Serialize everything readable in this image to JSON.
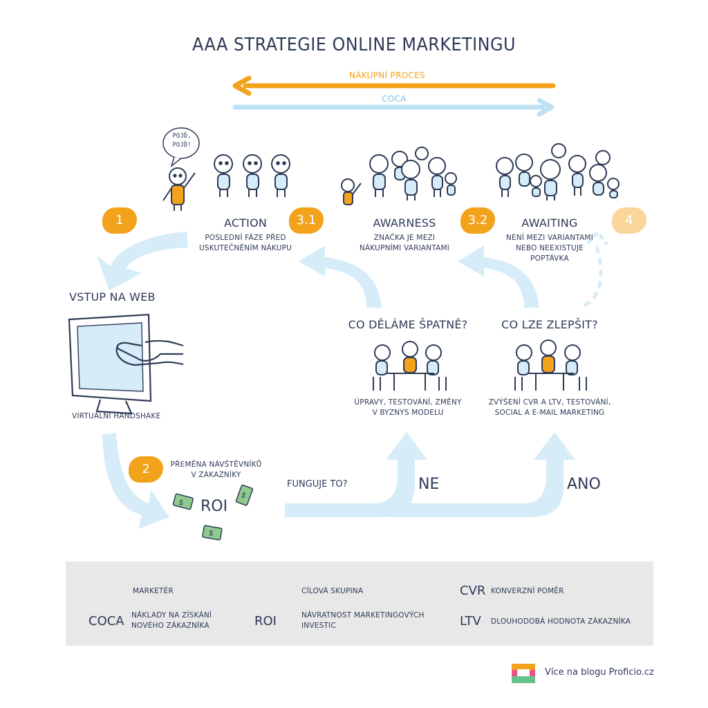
{
  "title": "AAA STRATEGIE ONLINE MARKETINGU",
  "top_arrows": {
    "purchase_process": "NÁKUPNÍ PROCES",
    "coca": "COCA"
  },
  "speech_bubble": [
    "POJĎ,",
    "POJĎ!"
  ],
  "badges": {
    "b1": "1",
    "b2": "2",
    "b31": "3.1",
    "b32": "3.2",
    "b4": "4"
  },
  "stages": {
    "action": {
      "title": "ACTION",
      "desc": [
        "POSLEDNÍ FÁZE PŘED",
        "USKUTEČNĚNÍM NÁKUPU"
      ]
    },
    "awarness": {
      "title": "AWARNESS",
      "desc": [
        "ZNAČKA JE MEZI",
        "NÁKUPNÍMI VARIANTAMI"
      ]
    },
    "awaiting": {
      "title": "AWAITING",
      "desc": [
        "NENÍ MEZI VARIANTAMI",
        "NEBO NEEXISTUJE",
        "POPTÁVKA"
      ]
    }
  },
  "web_entry": {
    "title": "VSTUP NA WEB",
    "caption": "VIRTUÁLNÍ HANDSHAKE"
  },
  "conversion": {
    "text": [
      "PŘEMĚNA NÁVŠTĚVNÍKŮ",
      "V ZÁKAZNÍKY"
    ],
    "roi": "ROI"
  },
  "wrong": {
    "title": "CO DĚLÁME ŠPATNĚ?",
    "desc": [
      "ÚPRAVY, TESTOVÁNÍ, ZMĚNY",
      "V BYZNYS MODELU"
    ]
  },
  "improve": {
    "title": "CO LZE ZLEPŠIT?",
    "desc": [
      "ZVÝŠENÍ CVR A LTV, TESTOVÁNÍ,",
      "SOCIAL A E-MAIL MARKETING"
    ]
  },
  "decision": {
    "question": "FUNGUJE TO?",
    "no": "NE",
    "yes": "ANO"
  },
  "legend": {
    "marketer": "MARKETÉR",
    "target_group": "CÍLOVÁ SKUPINA",
    "cvr_abbr": "CVR",
    "cvr_desc": "KONVERZNÍ POMĚR",
    "coca_abbr": "COCA",
    "coca_desc": [
      "NÁKLADY NA ZÍSKÁNÍ",
      "NOVÉHO ZÁKAZNÍKA"
    ],
    "roi_abbr": "ROI",
    "roi_desc": [
      "NÁVRATNOST MARKETINGOVÝCH",
      "INVESTIC"
    ],
    "ltv_abbr": "LTV",
    "ltv_desc": "DLOUHODOBÁ HODNOTA ZÁKAZNÍKA"
  },
  "footer": {
    "link_text": "Více na blogu Proficio.cz"
  },
  "colors": {
    "orange": "#f2a21b",
    "light_blue": "#d6ecf8",
    "navy": "#2d3a56",
    "gray": "#e8e8e8"
  }
}
